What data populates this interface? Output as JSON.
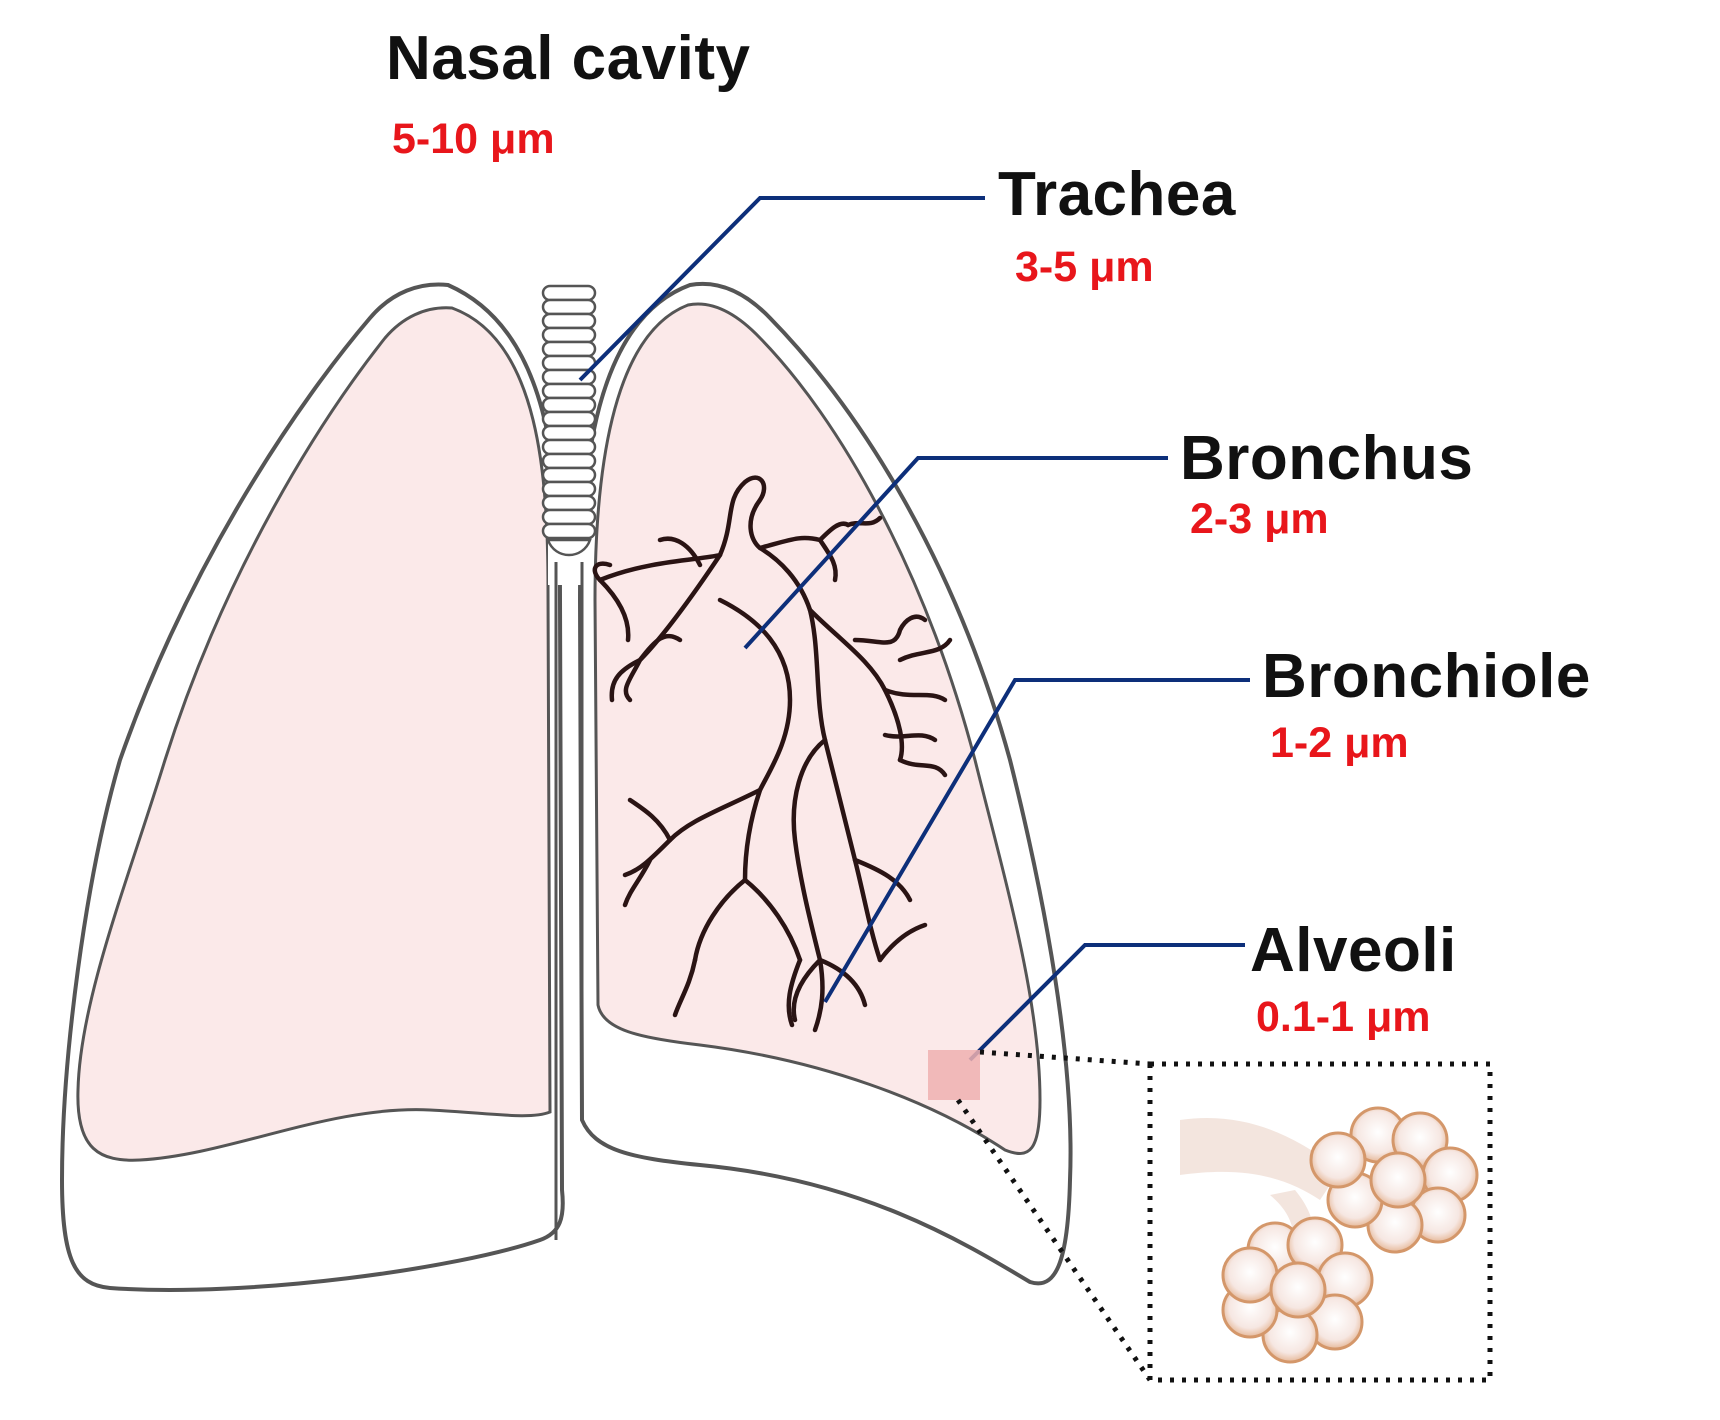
{
  "colors": {
    "label_text": "#111111",
    "size_text": "#e8161b",
    "leader_line": "#0d2f7a",
    "lung_fill": "#fbe9e9",
    "lung_outline": "#555555",
    "bronchi": "#2a1414",
    "alveoli_highlight": "#efb0b0",
    "alveoli_sac": "#f2e2da",
    "alveoli_rim": "#d4976a"
  },
  "labels": {
    "nasal_cavity": {
      "name": "Nasal cavity",
      "size": "5-10 μm"
    },
    "trachea": {
      "name": "Trachea",
      "size": "3-5 μm"
    },
    "bronchus": {
      "name": "Bronchus",
      "size": "2-3 μm"
    },
    "bronchiole": {
      "name": "Bronchiole",
      "size": "1-2 μm"
    },
    "alveoli": {
      "name": "Alveoli",
      "size": "0.1-1 μm"
    }
  },
  "icons": {
    "lungs": "lungs-illustration-icon",
    "trachea": "trachea-rings-icon",
    "bronchial_tree": "bronchial-tree-icon",
    "alveoli_zoom": "alveoli-cluster-icon"
  }
}
